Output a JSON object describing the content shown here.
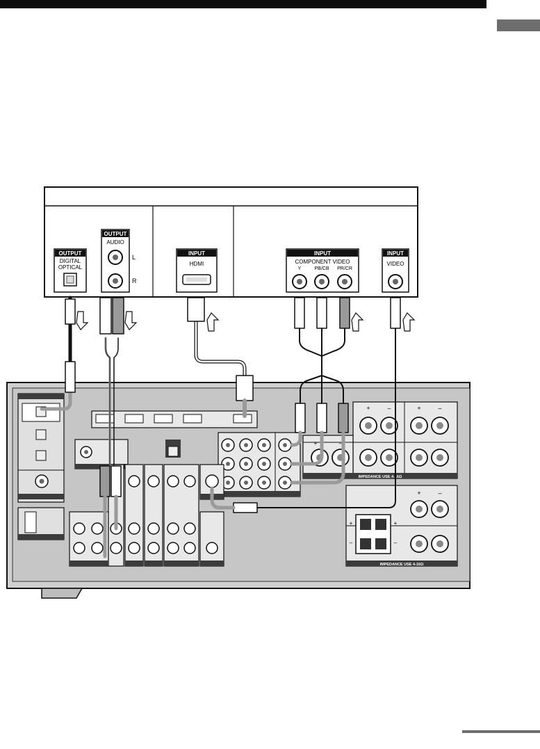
{
  "labels": {
    "output": "OUTPUT",
    "input": "INPUT",
    "digital_optical_l1": "DIGITAL",
    "digital_optical_l2": "OPTICAL",
    "audio": "AUDIO",
    "audio_l": "L",
    "audio_r": "R",
    "hdmi": "HDMI",
    "component_video": "COMPONENT VIDEO",
    "comp_y": "Y",
    "comp_pb": "PB/CB",
    "comp_pr": "PR/CR",
    "video": "VIDEO",
    "impedance_top": "IMPEDANCE USE 4-16Ω",
    "impedance_bottom": "IMPEDANCE USE 4-16Ω",
    "plus": "+",
    "minus": "–"
  },
  "colors": {
    "cable_gray": "#9a9a9a",
    "panel_gray": "#cfcfcf",
    "dark_strip": "#3c3c3c",
    "top_bar": "#0d0d0d",
    "tab_gray": "#6e6e6e"
  }
}
